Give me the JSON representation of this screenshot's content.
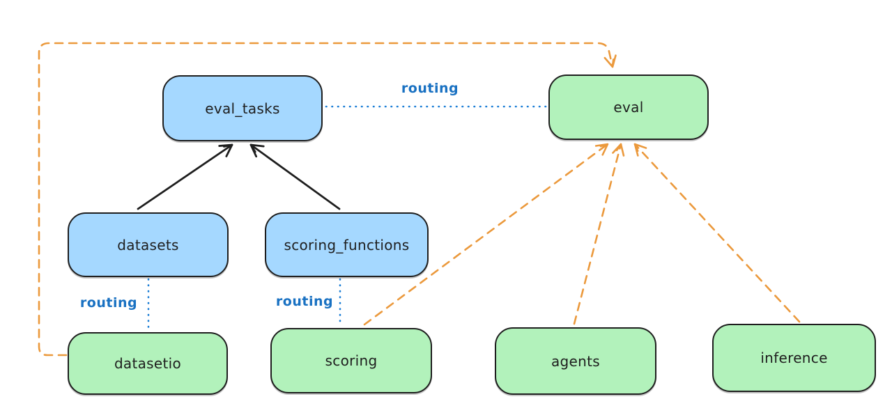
{
  "diagram": {
    "type": "architecture-routing-diagram",
    "nodes": [
      {
        "id": "eval_tasks",
        "label": "eval_tasks",
        "fill": "blue"
      },
      {
        "id": "eval",
        "label": "eval",
        "fill": "green"
      },
      {
        "id": "datasets",
        "label": "datasets",
        "fill": "blue"
      },
      {
        "id": "scoring_functions",
        "label": "scoring_functions",
        "fill": "blue"
      },
      {
        "id": "datasetio",
        "label": "datasetio",
        "fill": "green"
      },
      {
        "id": "scoring",
        "label": "scoring",
        "fill": "green"
      },
      {
        "id": "agents",
        "label": "agents",
        "fill": "green"
      },
      {
        "id": "inference",
        "label": "inference",
        "fill": "green"
      }
    ],
    "edges": [
      {
        "from": "datasets",
        "to": "eval_tasks",
        "style": "solid-black-arrow",
        "label": ""
      },
      {
        "from": "scoring_functions",
        "to": "eval_tasks",
        "style": "solid-black-arrow",
        "label": ""
      },
      {
        "from": "eval_tasks",
        "to": "eval",
        "style": "dotted-blue",
        "label": "routing"
      },
      {
        "from": "datasets",
        "to": "datasetio",
        "style": "dotted-blue",
        "label": "routing"
      },
      {
        "from": "scoring_functions",
        "to": "scoring",
        "style": "dotted-blue",
        "label": "routing"
      },
      {
        "from": "scoring",
        "to": "eval",
        "style": "dashed-orange-arrow",
        "label": ""
      },
      {
        "from": "agents",
        "to": "eval",
        "style": "dashed-orange-arrow",
        "label": ""
      },
      {
        "from": "inference",
        "to": "eval",
        "style": "dashed-orange-arrow",
        "label": ""
      },
      {
        "from": "datasetio",
        "to": "eval",
        "style": "dashed-orange-arrow-routed-left-top",
        "label": ""
      }
    ],
    "colors": {
      "background": "#ffffff",
      "node_blue": "#a5d8ff",
      "node_green": "#b2f2bb",
      "stroke_black": "#1e1e1e",
      "routing_blue": "#1971c2",
      "dotted_blue": "#1c7ed6",
      "orange": "#eb993c"
    }
  }
}
